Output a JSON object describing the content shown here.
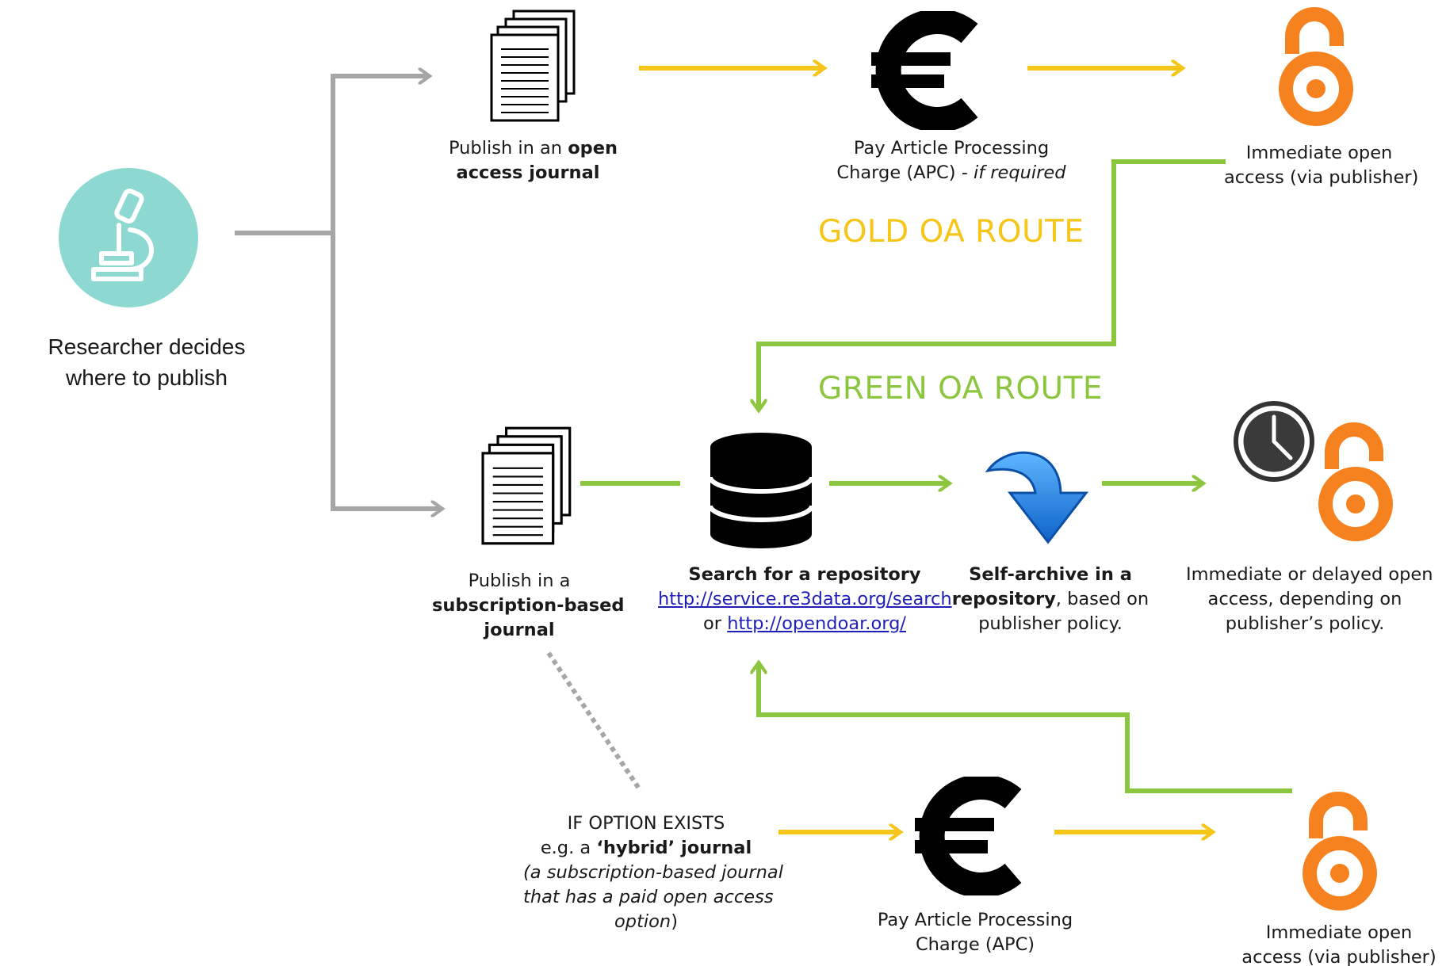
{
  "researcher": {
    "line1": "Researcher decides",
    "line2": "where to publish"
  },
  "gold_route_label": "GOLD OA ROUTE",
  "green_route_label": "GREEN OA ROUTE",
  "oa_journal": {
    "pre": "Publish in an ",
    "bold1": "open",
    "bold2": "access journal"
  },
  "pay_apc_gold": {
    "line1": "Pay Article Processing",
    "line2_pre": "Charge (APC) - ",
    "line2_italic": "if required"
  },
  "immediate_gold": {
    "line1": "Immediate open",
    "line2": "access (via publisher)"
  },
  "subscription_journal": {
    "line1": "Publish in a",
    "bold1": "subscription-based",
    "bold2": "journal"
  },
  "search_repo": {
    "title": "Search for a repository",
    "link1": "http://service.re3data.org/search",
    "or_text": "or ",
    "link2": "http://opendoar.org/"
  },
  "self_archive": {
    "bold1": "Self-archive in a",
    "bold2": "repository",
    "rest": ", based on",
    "line3": "publisher policy."
  },
  "delayed": {
    "line1": "Immediate or delayed open",
    "line2": "access, depending on",
    "line3": "publisher’s policy."
  },
  "hybrid": {
    "line1": "IF OPTION EXISTS",
    "line2_pre": "e.g.  a ",
    "line2_bold": "‘hybrid’ journal",
    "line3": "(a subscription-based journal",
    "line4": "that has a paid open access",
    "line5_italic": "option",
    "line5_rest": ")"
  },
  "pay_apc_hybrid": {
    "line1": "Pay Article Processing",
    "line2": "Charge (APC)"
  },
  "immediate_hybrid": {
    "line1": "Immediate open",
    "line2": "access (via publisher)"
  },
  "colors": {
    "gray_arrow": "#a6a6a6",
    "gold_arrow": "#f5c518",
    "green_arrow": "#8cc63f",
    "oa_orange": "#f6821f",
    "teal_circle": "#8ed8d2",
    "repo_blue": "#1a86e0"
  }
}
